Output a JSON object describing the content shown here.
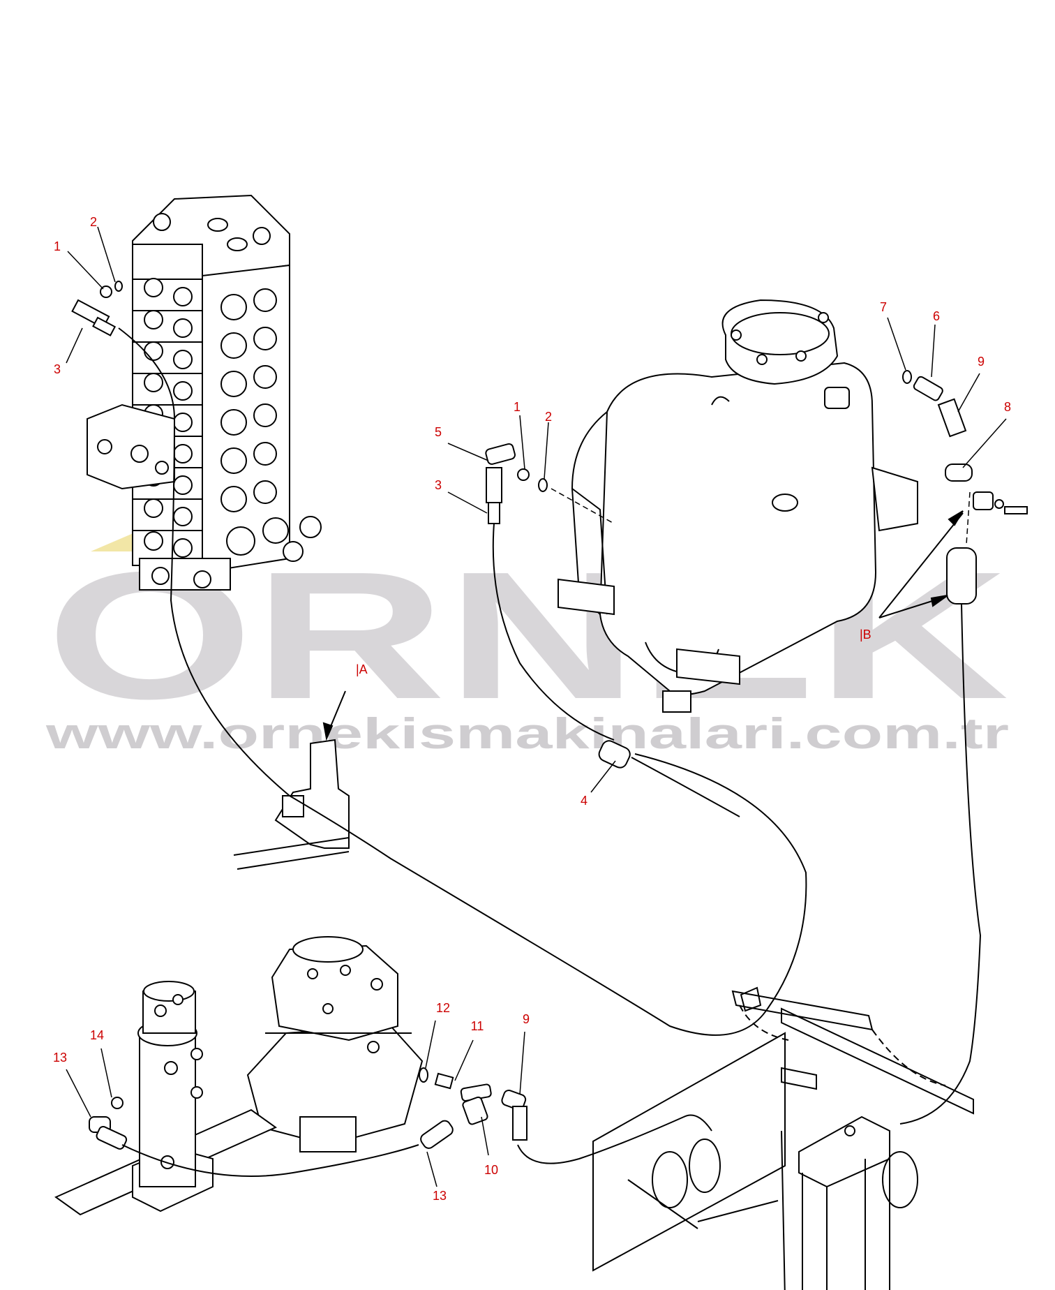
{
  "colors": {
    "line": "#000000",
    "callout": "#cc0000",
    "watermark": "#d8d6d9",
    "watermark_accent": "#f2e6a6"
  },
  "watermark": {
    "logo_text": "ORNEK",
    "url_text": "www.ornekismakinalari.com.tr"
  },
  "views": {
    "a": "|A",
    "b": "|B"
  },
  "callouts": [
    {
      "id": "c1a",
      "text": "1"
    },
    {
      "id": "c2a",
      "text": "2"
    },
    {
      "id": "c3a",
      "text": "3"
    },
    {
      "id": "c1b",
      "text": "1"
    },
    {
      "id": "c2b",
      "text": "2"
    },
    {
      "id": "c5",
      "text": "5"
    },
    {
      "id": "c3b",
      "text": "3"
    },
    {
      "id": "c7",
      "text": "7"
    },
    {
      "id": "c6",
      "text": "6"
    },
    {
      "id": "c9a",
      "text": "9"
    },
    {
      "id": "c8",
      "text": "8"
    },
    {
      "id": "c4",
      "text": "4"
    },
    {
      "id": "c12",
      "text": "12"
    },
    {
      "id": "c11",
      "text": "11"
    },
    {
      "id": "c9b",
      "text": "9"
    },
    {
      "id": "c14",
      "text": "14"
    },
    {
      "id": "c13a",
      "text": "13"
    },
    {
      "id": "c10",
      "text": "10"
    },
    {
      "id": "c13b",
      "text": "13"
    }
  ]
}
